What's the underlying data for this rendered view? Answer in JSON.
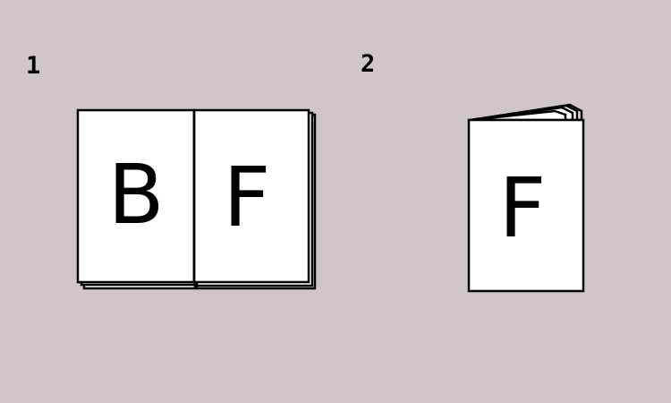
{
  "steps": [
    {
      "number": "1",
      "left_page_letter": "B",
      "right_page_letter": "F"
    },
    {
      "number": "2",
      "cover_letter": "F"
    }
  ],
  "colors": {
    "background": "#cfc6c8",
    "page": "#ffffff",
    "outline": "#000000",
    "pink_page": "#f6d3d4"
  }
}
